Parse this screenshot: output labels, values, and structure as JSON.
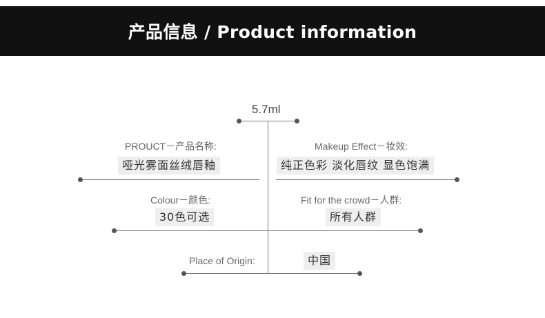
{
  "header": {
    "title": "产品信息 / Product information"
  },
  "volume": "5.7ml",
  "fields": {
    "product": {
      "label": "PROUCT－产品名称:",
      "value": "哑光雾面丝绒唇釉"
    },
    "effect": {
      "label": "Makeup Effect－妆效:",
      "value": "纯正色彩 淡化唇纹 显色饱满"
    },
    "colour": {
      "label": "Colour－颜色:",
      "value": "30色可选"
    },
    "crowd": {
      "label": "Fit for the crowd－人群:",
      "value": "所有人群"
    },
    "origin": {
      "label": "Place of Origin:",
      "value": "中国"
    }
  }
}
